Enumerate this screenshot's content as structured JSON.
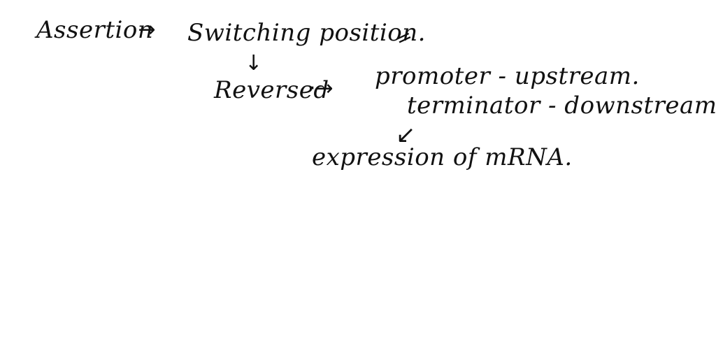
{
  "notes": {
    "line1": {
      "term": "Assertion",
      "arrow": "·→",
      "value": "Switching position."
    },
    "line2": {
      "term": "Reversed",
      "arrow": "·→",
      "promoter": "promoter - upstream.",
      "terminator": "terminator - downstream."
    },
    "line3": {
      "result": "expression of mRNA."
    },
    "marks": {
      "equals": "=",
      "down_arrow": "↓",
      "diag_arrow": "↙"
    }
  }
}
